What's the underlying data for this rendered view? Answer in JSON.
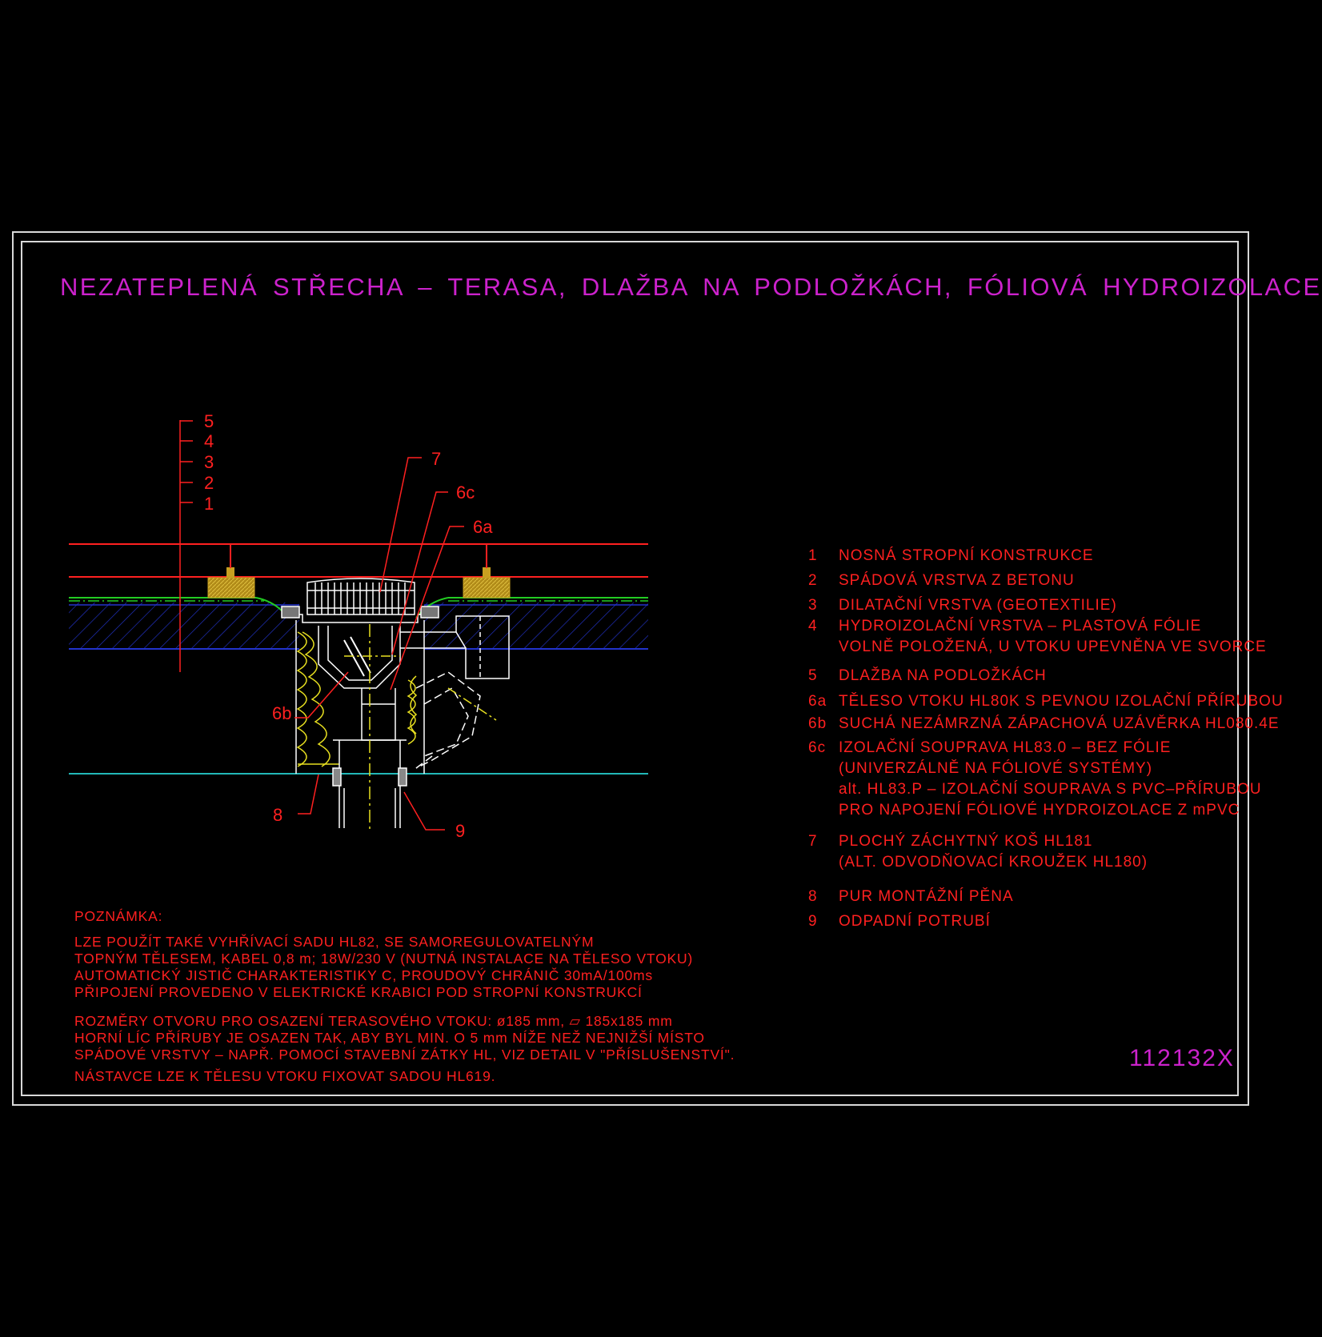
{
  "title": "NEZATEPLENÁ STŘECHA – TERASA, DLAŽBA NA PODLOŽKÁCH, FÓLIOVÁ HYDROIZOLACE",
  "drawing_code": "112132X",
  "layer_callouts": [
    "5",
    "4",
    "3",
    "2",
    "1"
  ],
  "part_callouts": {
    "c7": "7",
    "c6c": "6c",
    "c6a": "6a",
    "c6b": "6b",
    "c8": "8",
    "c9": "9"
  },
  "legend": [
    {
      "num": "1",
      "lines": [
        "NOSNÁ STROPNÍ KONSTRUKCE"
      ]
    },
    {
      "num": "2",
      "lines": [
        "SPÁDOVÁ VRSTVA Z BETONU"
      ]
    },
    {
      "num": "3",
      "lines": [
        "DILATAČNÍ VRSTVA (GEOTEXTILIE)"
      ]
    },
    {
      "num": "4",
      "lines": [
        "HYDROIZOLAČNÍ VRSTVA – PLASTOVÁ FÓLIE",
        "VOLNĚ POLOŽENÁ, U VTOKU UPEVNĚNA VE SVORCE"
      ]
    },
    {
      "num": "5",
      "lines": [
        "DLAŽBA NA PODLOŽKÁCH"
      ]
    },
    {
      "num": "6a",
      "lines": [
        "TĚLESO VTOKU HL80K S PEVNOU IZOLAČNÍ PŘÍRUBOU"
      ]
    },
    {
      "num": "6b",
      "lines": [
        "SUCHÁ NEZÁMRZNÁ ZÁPACHOVÁ UZÁVĚRKA HL080.4E"
      ]
    },
    {
      "num": "6c",
      "lines": [
        "IZOLAČNÍ SOUPRAVA HL83.0 – BEZ FÓLIE",
        "(UNIVERZÁLNĚ NA FÓLIOVÉ SYSTÉMY)",
        "alt. HL83.P – IZOLAČNÍ SOUPRAVA S PVC–PŘÍRUBOU",
        "PRO NAPOJENÍ FÓLIOVÉ HYDROIZOLACE Z mPVC"
      ]
    },
    {
      "num": "7",
      "lines": [
        "PLOCHÝ ZÁCHYTNÝ KOŠ HL181",
        "(ALT. ODVODŇOVACÍ KROUŽEK HL180)"
      ]
    },
    {
      "num": "8",
      "lines": [
        "PUR MONTÁŽNÍ PĚNA"
      ]
    },
    {
      "num": "9",
      "lines": [
        "ODPADNÍ POTRUBÍ"
      ]
    }
  ],
  "note": {
    "heading": "POZNÁMKA:",
    "para1": [
      "LZE POUŽÍT TAKÉ VYHŘÍVACÍ SADU HL82, SE SAMOREGULOVATELNÝM",
      "TOPNÝM TĚLESEM, KABEL 0,8 m; 18W/230 V (NUTNÁ INSTALACE NA TĚLESO VTOKU)",
      "AUTOMATICKÝ JISTIČ CHARAKTERISTIKY C, PROUDOVÝ CHRÁNIČ 30mA/100ms",
      "PŘIPOJENÍ PROVEDENO V ELEKTRICKÉ KRABICI POD STROPNÍ KONSTRUKCÍ"
    ],
    "para2": [
      "ROZMĚRY OTVORU PRO OSAZENÍ TERASOVÉHO VTOKU: ø185 mm, ▱ 185x185 mm",
      "HORNÍ LÍC PŘÍRUBY JE OSAZEN TAK, ABY BYL MIN. O 5 mm NÍŽE NEŽ NEJNIŽŠÍ MÍSTO",
      "SPÁDOVÉ VRSTVY – NAPŘ. POMOCÍ STAVEBNÍ ZÁTKY HL, VIZ DETAIL V \"PŘÍSLUŠENSTVÍ\".",
      "NÁSTAVCE LZE K TĚLESU VTOKU FIXOVAT SADOU HL619."
    ]
  },
  "colors": {
    "title": "#cc22cc",
    "text": "#ff2020",
    "frame": "#d8d8d8",
    "concrete": "#2233cc",
    "membrane": "#22cc22",
    "pad": "#c8a020",
    "insulation": "#e8e020",
    "pipe": "#ffffff",
    "ground": "#22b8b8"
  }
}
